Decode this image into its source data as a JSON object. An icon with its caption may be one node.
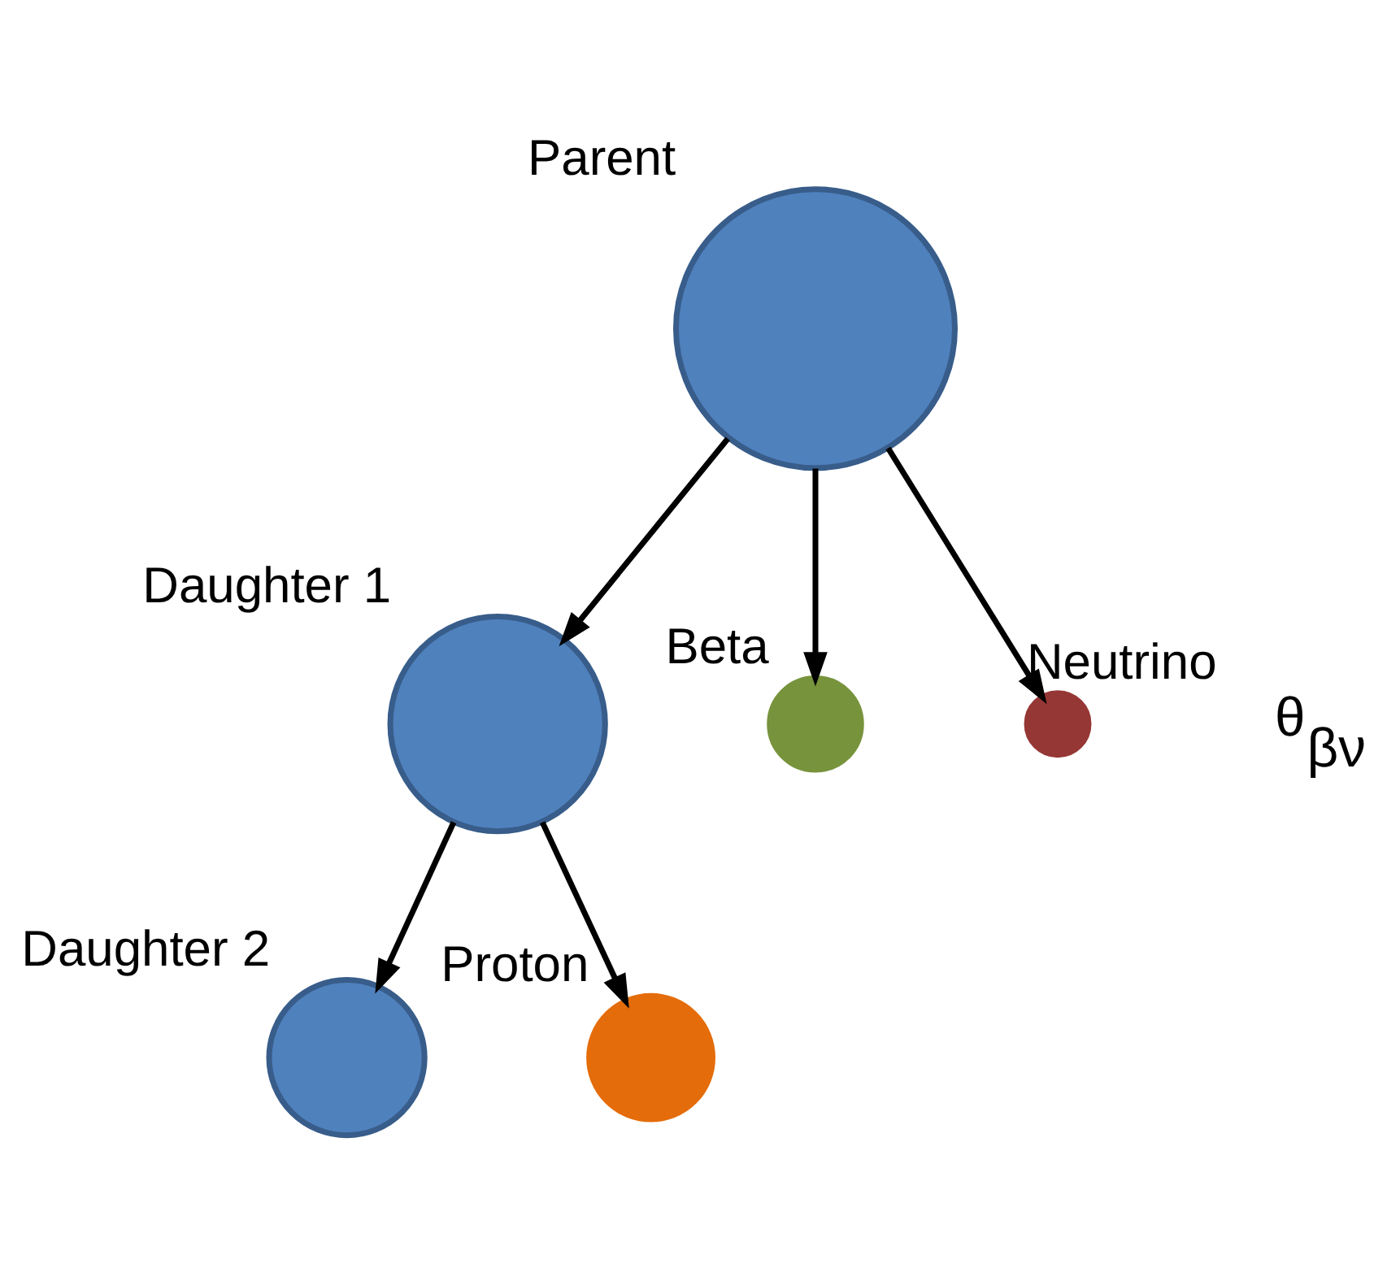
{
  "diagram": {
    "nodes": [
      {
        "text": [
          "Daughter 2"
        ]
      },
      {
        "text": [
          "Daughter 1"
        ]
      },
      {
        "text": [
          "Proton"
        ]
      },
      {
        "text": [
          "Parent"
        ]
      },
      {
        "text": [
          "Beta"
        ]
      },
      {
        "text": [
          "Neutrino"
        ]
      }
    ],
    "edges": [
      {
        "from": 3,
        "to": 1,
        "arrow": "to"
      },
      {
        "from": 1,
        "to": 0,
        "arrow": "to"
      },
      {
        "from": 1,
        "to": 2,
        "arrow": "to"
      },
      {
        "from": 3,
        "to": 4,
        "arrow": "to"
      },
      {
        "from": 3,
        "to": 5,
        "arrow": "to"
      }
    ],
    "labels": [
      "θ$_{βν}$"
    ]
  }
}
